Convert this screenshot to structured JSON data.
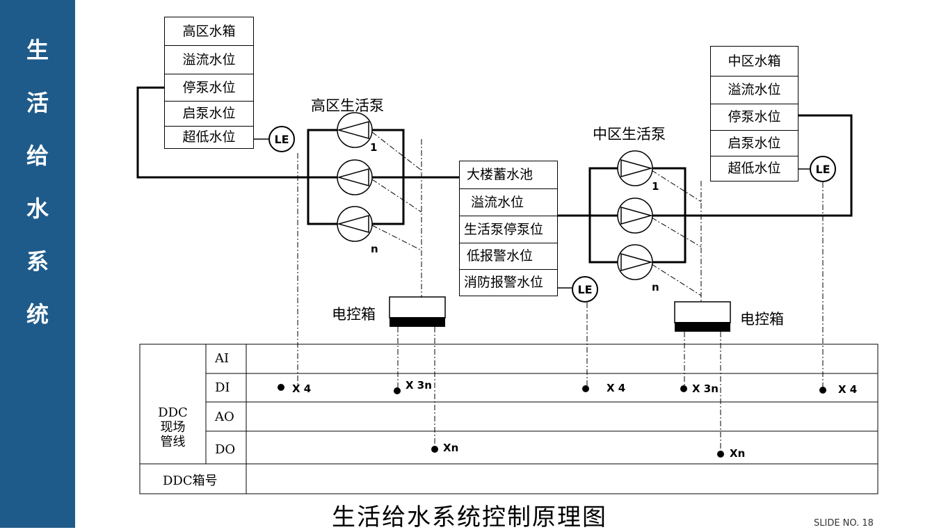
{
  "sidebar": {
    "chars": [
      "生",
      "活",
      "给",
      "水",
      "系",
      "统"
    ]
  },
  "high_tank": {
    "rows": [
      "高区水箱",
      "溢流水位",
      "停泵水位",
      "启泵水位",
      "超低水位"
    ]
  },
  "mid_tank": {
    "rows": [
      "中区水箱",
      "溢流水位",
      "停泵水位",
      "启泵水位",
      "超低水位"
    ]
  },
  "pool": {
    "rows": [
      "大楼蓄水池",
      "溢流水位",
      "生活泵停泵位",
      "低报警水位",
      "消防报警水位"
    ]
  },
  "labels": {
    "high_pump": "高区生活泵",
    "mid_pump": "中区生活泵",
    "panel_left": "电控箱",
    "panel_right": "电控箱",
    "le": "LE",
    "pump_first": "1",
    "pump_last": "n"
  },
  "table": {
    "group_label": [
      "DDC",
      "现场",
      "管线"
    ],
    "rows": [
      "AI",
      "DI",
      "AO",
      "DO"
    ],
    "box_no": "DDC箱号"
  },
  "points": {
    "di_1": "X 4",
    "di_2": "X 3n",
    "di_3": "X 4",
    "di_4": "X 3n",
    "di_5": "X 4",
    "do_1": "Xn",
    "do_2": "Xn"
  },
  "title": "生活给水系统控制原理图",
  "slide_no": "SLIDE NO. 18"
}
